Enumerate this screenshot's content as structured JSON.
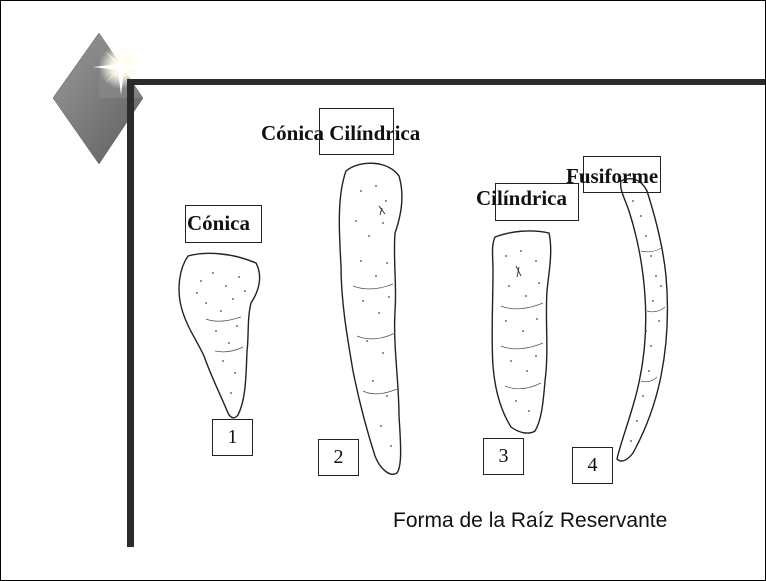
{
  "labels": {
    "root1": "Cónica",
    "root2": "Cónica Cilíndrica",
    "root3": "Cilíndrica",
    "root4": "Fusiforme"
  },
  "numbers": [
    "1",
    "2",
    "3",
    "4"
  ],
  "caption": "Forma de la Raíz Reservante",
  "colors": {
    "frame": "#2b2b2b",
    "diamond": "#7a7a7a",
    "sparkle": "#ffffff"
  },
  "icons": [
    "diamond-sparkle-icon"
  ]
}
